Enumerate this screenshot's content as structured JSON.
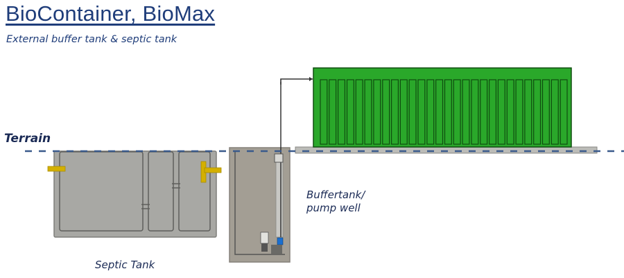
{
  "header": {
    "title": "BioContainer, BioMax",
    "subtitle": "External buffer tank & septic tank"
  },
  "labels": {
    "terrain": "Terrain",
    "buffer_tank_line1": "Buffertank/",
    "buffer_tank_line2": "pump well",
    "septic_tank": "Septic Tank"
  },
  "colors": {
    "title_text": "#1f3d7a",
    "tank_fill": "#a8a8a4",
    "pump_well_fill": "#a39e94",
    "container_green": "#2aa82a",
    "container_outline": "#0f4d0f",
    "pipe_fitting_yellow": "#d4b000",
    "terrain_line": "#3a5a8c",
    "pump_blue": "#1a6fd0"
  },
  "diagram": {
    "components": [
      {
        "id": "septic-tank",
        "name": "Septic Tank",
        "chambers": 3
      },
      {
        "id": "buffer-tank",
        "name": "Buffertank / pump well"
      },
      {
        "id": "biocontainer",
        "name": "BioContainer BioMax",
        "fins": 28
      }
    ]
  }
}
